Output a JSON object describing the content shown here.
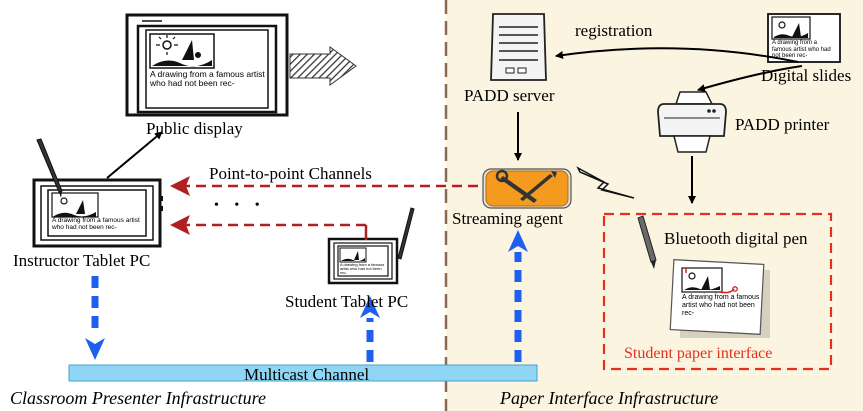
{
  "colors": {
    "left_background": "#ffffff",
    "right_background": "#fbf4e1",
    "divider": "#8b6a50",
    "channel_arrow": "#b02020",
    "multicast_arrow": "#1e5ff0",
    "multicast_bar": "#8fd6f5",
    "paper_box": "#e53020",
    "agent_orange": "#f39a1f"
  },
  "labels": {
    "public_display": "Public display",
    "point_to_point": "Point-to-point Channels",
    "ellipsis": "• • •",
    "instructor": "Instructor Tablet PC",
    "student_tablet": "Student Tablet PC",
    "multicast": "Multicast Channel",
    "classroom_infra": "Classroom Presenter Infrastructure",
    "registration": "registration",
    "padd_server": "PADD server",
    "digital_slides": "Digital slides",
    "padd_printer": "PADD printer",
    "streaming_agent": "Streaming agent",
    "bluetooth_pen": "Bluetooth digital pen",
    "student_paper": "Student paper interface",
    "paper_infra": "Paper Interface Infrastructure"
  },
  "slide_caption": "A drawing from a famous artist who had not been rec-"
}
